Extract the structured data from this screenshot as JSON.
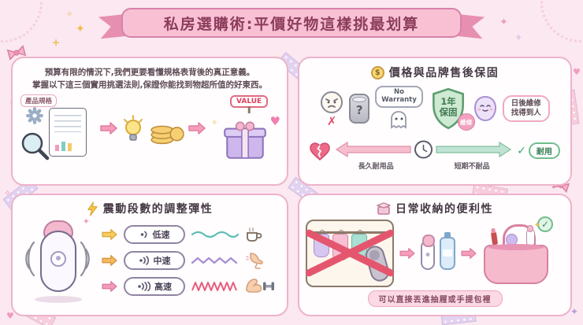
{
  "banner": {
    "title": "私房選購術:平價好物這樣挑最划算"
  },
  "deco": {
    "sparkle": "✦",
    "sparkle_small": "✧",
    "heart": "♥",
    "plus": "+"
  },
  "glyphs": {
    "check": "✓",
    "cross": "✗",
    "question": "?",
    "dollar": "$"
  },
  "intro_card": {
    "line1": "預算有限的情況下,我們更要看懂規格表背後的真正意義。",
    "line2": "掌握以下這三個實用挑選法則,保證你能找到物超所值的好東西。",
    "spec_tag": "產品規格",
    "value_sign": "VALUE"
  },
  "warranty_card": {
    "title": "價格與品牌售後保固",
    "no_warranty_line1": "No",
    "no_warranty_line2": "Warranty",
    "shield_line1": "1年",
    "shield_line2": "保固",
    "repair_badge": "維修",
    "bubble_line1": "日後維修",
    "bubble_line2": "找得到人",
    "left_label": "長久耐用品",
    "right_label": "短期不耐品",
    "durable_label": "耐用"
  },
  "vibration_card": {
    "title": "震動段數的調整彈性",
    "levels": [
      {
        "label": "低速"
      },
      {
        "label": "中速"
      },
      {
        "label": "高速"
      }
    ]
  },
  "storage_card": {
    "title": "日常收納的便利性",
    "caption": "可以直接丟進抽屜或手提包裡"
  }
}
